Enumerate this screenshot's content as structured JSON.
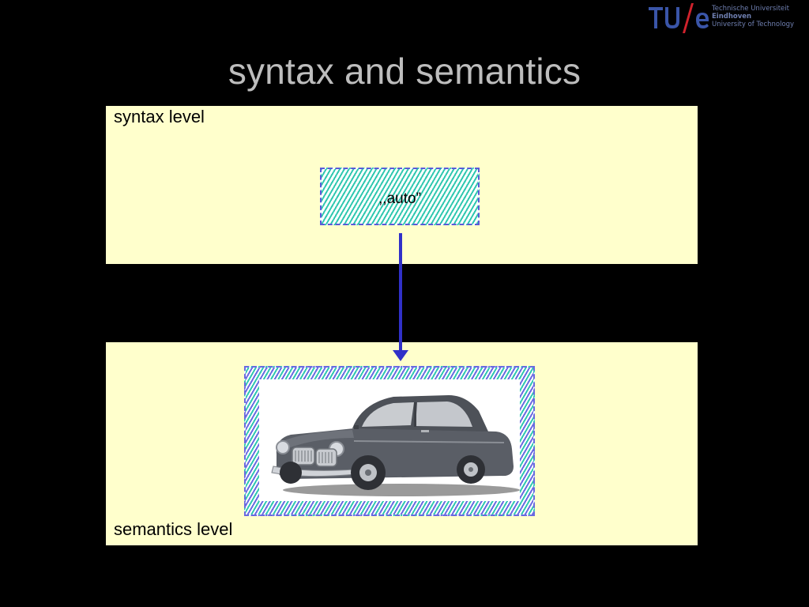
{
  "logo": {
    "mark": "TU/e",
    "lines": [
      "Technische Universiteit",
      "Eindhoven",
      "University of Technology"
    ],
    "colors": {
      "blue": "#3a55a8",
      "red": "#d0222c"
    }
  },
  "title": "syntax and semantics",
  "syntax_panel": {
    "label": "syntax level",
    "word": ",,auto”"
  },
  "semantics_panel": {
    "label": "semantics level",
    "image": "classic-car-picture"
  },
  "colors": {
    "background": "#000000",
    "panel": "#ffffcc",
    "arrow": "#3030c8",
    "hatch_teal": "#30c8b0",
    "hatch_blue": "#6a6ae0",
    "title": "#bdbdbd"
  }
}
